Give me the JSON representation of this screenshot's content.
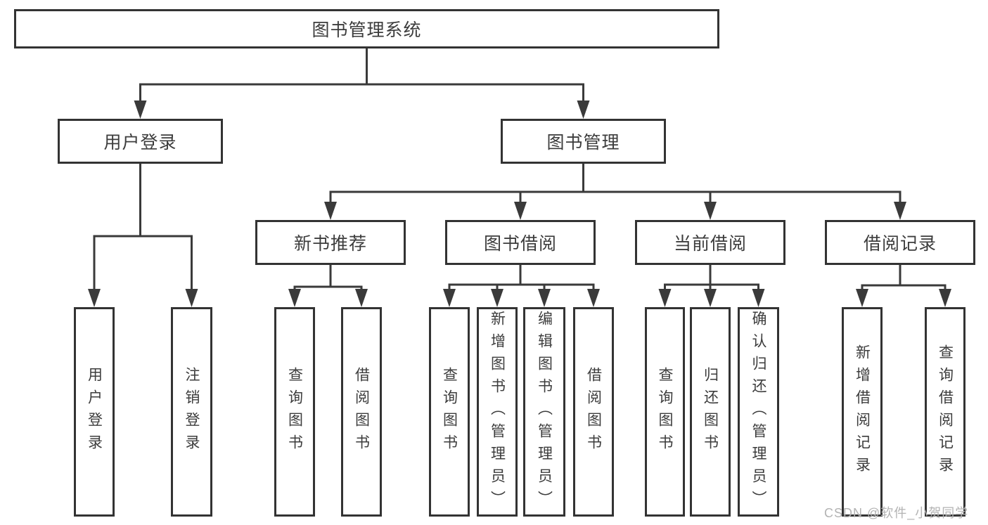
{
  "diagram": {
    "type": "hierarchy",
    "colors": {
      "line": "#3a3a3a",
      "border": "#333333",
      "text": "#3c3c3c",
      "background": "#ffffff",
      "watermark": "#b3b3b3"
    },
    "nodes": {
      "root": {
        "label": "图书管理系统"
      },
      "level2": [
        {
          "label": "用户登录"
        },
        {
          "label": "图书管理"
        }
      ],
      "level3": [
        {
          "label": "新书推荐",
          "parent": "图书管理"
        },
        {
          "label": "图书借阅",
          "parent": "图书管理"
        },
        {
          "label": "当前借阅",
          "parent": "图书管理"
        },
        {
          "label": "借阅记录",
          "parent": "图书管理"
        }
      ],
      "leaves": [
        {
          "label": "用户登录",
          "parent": "用户登录"
        },
        {
          "label": "注销登录",
          "parent": "用户登录"
        },
        {
          "label": "查询图书",
          "parent": "新书推荐"
        },
        {
          "label": "借阅图书",
          "parent": "新书推荐"
        },
        {
          "label": "查询图书",
          "parent": "图书借阅"
        },
        {
          "label": "新增图书（管理员）",
          "parent": "图书借阅"
        },
        {
          "label": "编辑图书（管理员）",
          "parent": "图书借阅"
        },
        {
          "label": "借阅图书",
          "parent": "图书借阅"
        },
        {
          "label": "查询图书",
          "parent": "当前借阅"
        },
        {
          "label": "归还图书",
          "parent": "当前借阅"
        },
        {
          "label": "确认归还（管理员）",
          "parent": "当前借阅"
        },
        {
          "label": "新增借阅记录",
          "parent": "借阅记录"
        },
        {
          "label": "查询借阅记录",
          "parent": "借阅记录"
        }
      ]
    }
  },
  "watermark": {
    "text": "CSDN @软件_小贺同学"
  }
}
